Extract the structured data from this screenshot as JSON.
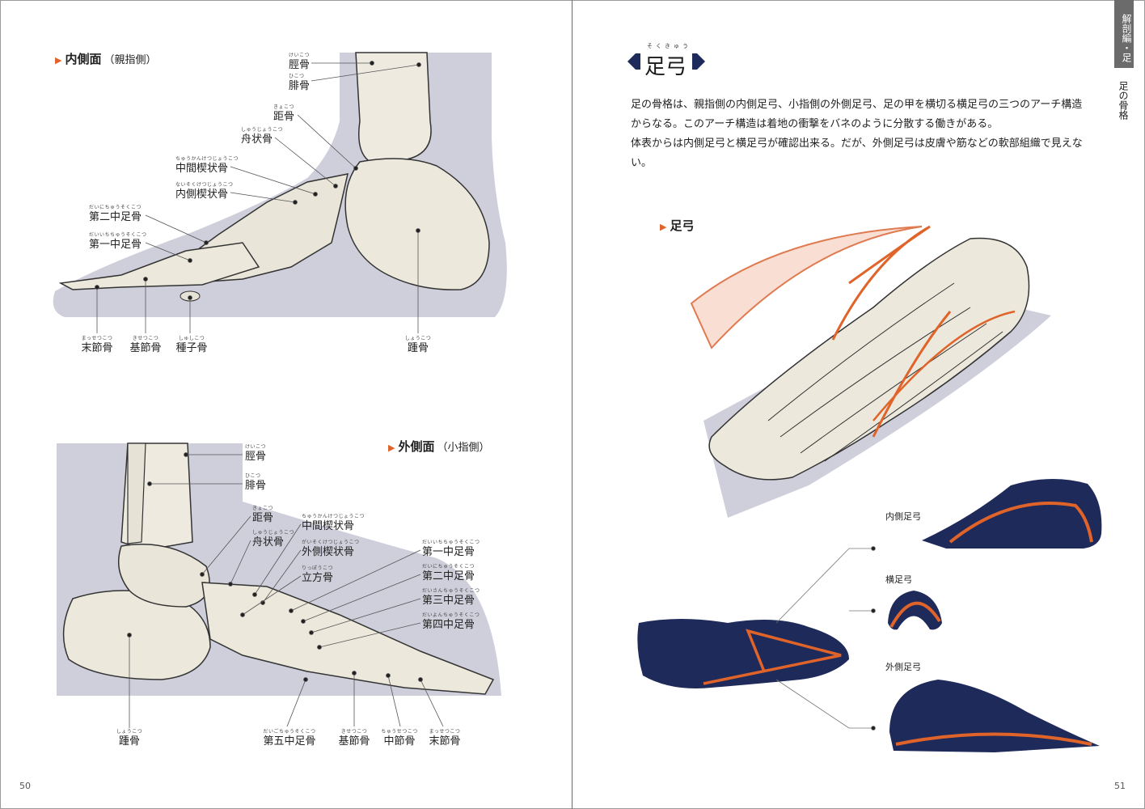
{
  "left_page": {
    "medial_section": {
      "title": "内側面",
      "subtitle": "（親指側）"
    },
    "medial_labels": [
      {
        "ruby": "けいこつ",
        "text": "脛骨"
      },
      {
        "ruby": "ひこつ",
        "text": "腓骨"
      },
      {
        "ruby": "きょこつ",
        "text": "距骨"
      },
      {
        "ruby": "しゅうじょうこつ",
        "text": "舟状骨"
      },
      {
        "ruby": "ちゅうかんけつじょうこつ",
        "text": "中間楔状骨"
      },
      {
        "ruby": "ないそくけつじょうこつ",
        "text": "内側楔状骨"
      },
      {
        "ruby": "だいにちゅうそくこつ",
        "text": "第二中足骨"
      },
      {
        "ruby": "だいいちちゅうそくこつ",
        "text": "第一中足骨"
      },
      {
        "ruby": "まっせつこつ",
        "text": "末節骨"
      },
      {
        "ruby": "きせつこつ",
        "text": "基節骨"
      },
      {
        "ruby": "しゅしこつ",
        "text": "種子骨"
      },
      {
        "ruby": "しょうこつ",
        "text": "踵骨"
      }
    ],
    "lateral_section": {
      "title": "外側面",
      "subtitle": "（小指側）"
    },
    "lateral_labels": [
      {
        "ruby": "けいこつ",
        "text": "脛骨"
      },
      {
        "ruby": "ひこつ",
        "text": "腓骨"
      },
      {
        "ruby": "きょこつ",
        "text": "距骨"
      },
      {
        "ruby": "しゅうじょうこつ",
        "text": "舟状骨"
      },
      {
        "ruby": "ちゅうかんけつじょうこつ",
        "text": "中間楔状骨"
      },
      {
        "ruby": "がいそくけつじょうこつ",
        "text": "外側楔状骨"
      },
      {
        "ruby": "りっぽうこつ",
        "text": "立方骨"
      },
      {
        "ruby": "だいいちちゅうそくこつ",
        "text": "第一中足骨"
      },
      {
        "ruby": "だいにちゅうそくこつ",
        "text": "第二中足骨"
      },
      {
        "ruby": "だいさんちゅうそくこつ",
        "text": "第三中足骨"
      },
      {
        "ruby": "だいよんちゅうそくこつ",
        "text": "第四中足骨"
      },
      {
        "ruby": "しょうこつ",
        "text": "踵骨"
      },
      {
        "ruby": "だいごちゅうそくこつ",
        "text": "第五中足骨"
      },
      {
        "ruby": "きせつこつ",
        "text": "基節骨"
      },
      {
        "ruby": "ちゅうせつこつ",
        "text": "中節骨"
      },
      {
        "ruby": "まっせつこつ",
        "text": "末節骨"
      }
    ],
    "page_number": "50"
  },
  "right_page": {
    "title_ruby": "そくきゅう",
    "title": "足弓",
    "body": [
      "足の骨格は、親指側の内側足弓、小指側の外側足弓、足の甲を横切る横足弓の三つのアーチ構造からなる。このアーチ構造は着地の衝撃をバネのように分散する働きがある。",
      "体表からは内側足弓と横足弓が確認出来る。だが、外側足弓は皮膚や筋などの軟部組織で見えない。"
    ],
    "arch_section": {
      "title": "足弓"
    },
    "arch_labels": {
      "medial": "内側足弓",
      "transverse": "横足弓",
      "lateral": "外側足弓"
    },
    "side_tab": "解剖編・足",
    "side_subtitle": "足の骨格",
    "page_number": "51"
  },
  "colors": {
    "accent": "#e0642a",
    "silhouette": "#1e2a5a",
    "shadow": "#c9c9d8",
    "bone": "#ece8dc",
    "tab": "#6b6b6b"
  }
}
